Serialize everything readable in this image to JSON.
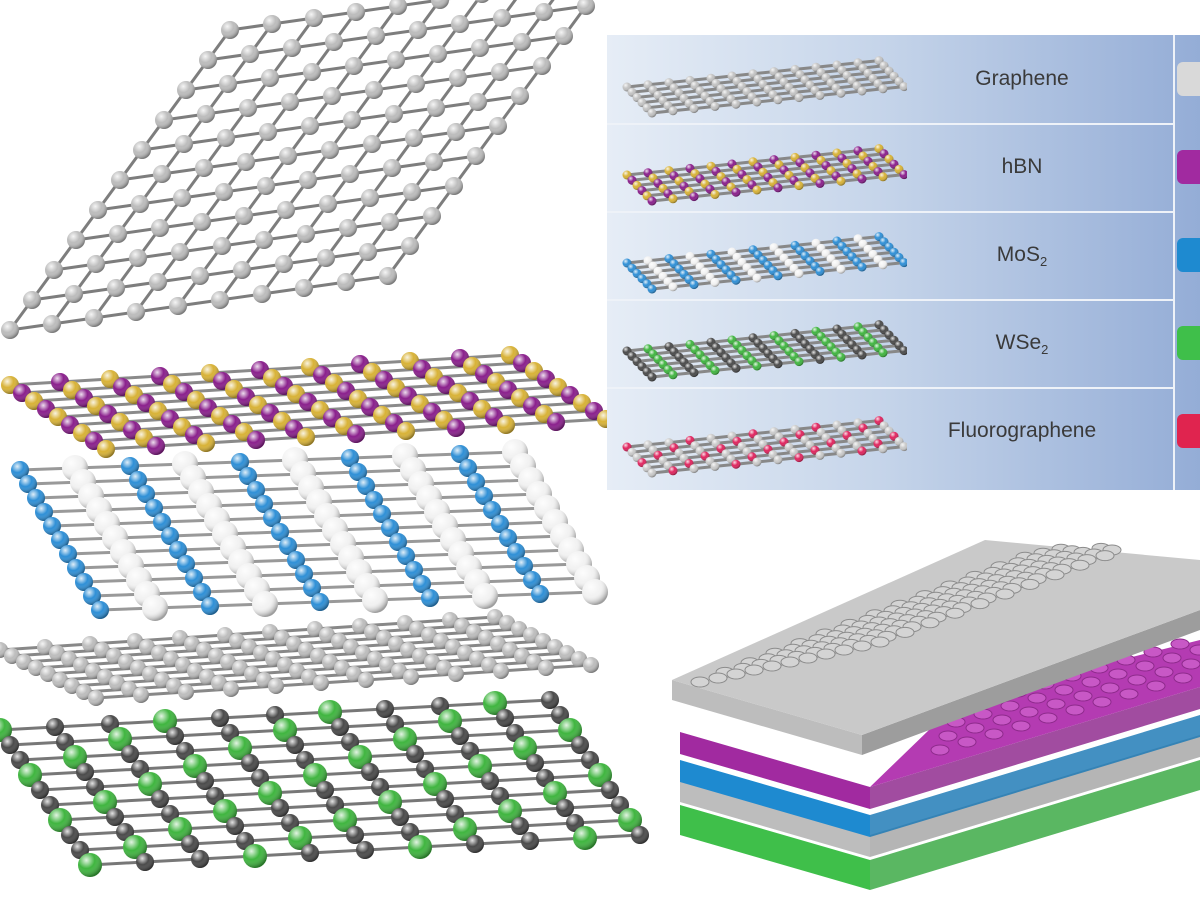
{
  "materials": [
    {
      "name": "Graphene",
      "sub": "",
      "atoms": [
        "#b9b9b9",
        "#b9b9b9"
      ],
      "block_color": "#d9d9d9"
    },
    {
      "name": "hBN",
      "sub": "",
      "atoms": [
        "#8a1f8c",
        "#d8b236"
      ],
      "block_color": "#a12aa0"
    },
    {
      "name": "MoS",
      "sub": "2",
      "atoms": [
        "#2e8fd6",
        "#f2f2f2"
      ],
      "block_color": "#1e8ad0"
    },
    {
      "name": "WSe",
      "sub": "2",
      "atoms": [
        "#4a4a4a",
        "#3fb53f"
      ],
      "block_color": "#3fbf4a"
    },
    {
      "name": "Fluorographene",
      "sub": "",
      "atoms": [
        "#c9c9c9",
        "#e0245e"
      ],
      "block_color": "#e0244f"
    }
  ],
  "colors": {
    "table_light": "#e6edf6",
    "table_dark": "#93acd6"
  }
}
